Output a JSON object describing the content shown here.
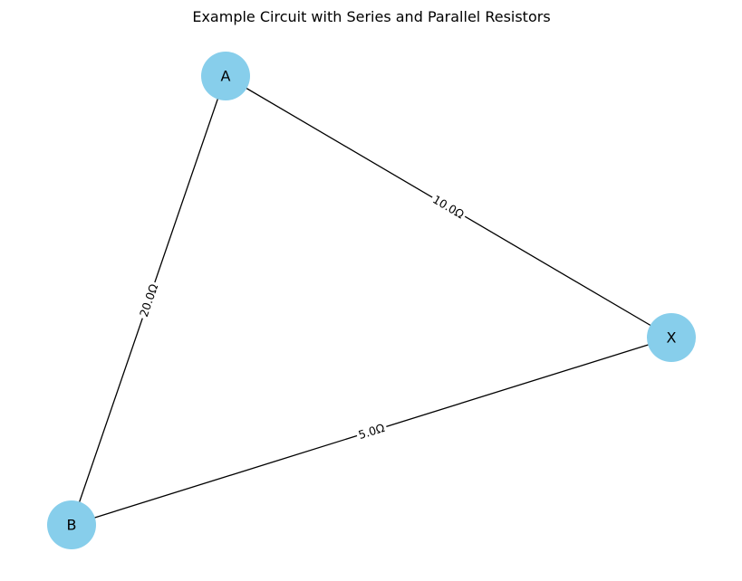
{
  "title": "Example Circuit with Series and Parallel Resistors",
  "colors": {
    "node_fill": "#87CEEB",
    "edge": "#000000",
    "background": "#ffffff"
  },
  "nodes": [
    {
      "id": "A",
      "label": "A"
    },
    {
      "id": "X",
      "label": "X"
    },
    {
      "id": "B",
      "label": "B"
    }
  ],
  "edges": [
    {
      "from": "A",
      "to": "X",
      "label": "10.0Ω"
    },
    {
      "from": "X",
      "to": "B",
      "label": "5.0Ω"
    },
    {
      "from": "A",
      "to": "B",
      "label": "20.0Ω"
    }
  ]
}
